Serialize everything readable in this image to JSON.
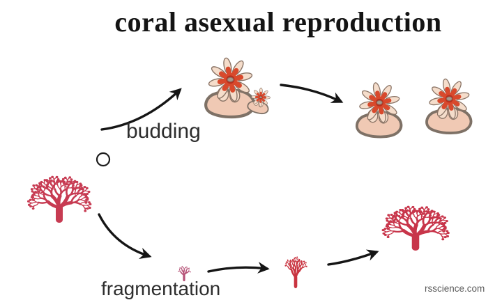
{
  "title": "coral asexual reproduction",
  "labels": {
    "budding": "budding",
    "fragmentation": "fragmentation"
  },
  "watermark": "rsscience.com",
  "colors": {
    "bg": "#ffffff",
    "title_text": "#141414",
    "label_text": "#2d2d2d",
    "watermark_text": "#5a5a5a",
    "arrow": "#151515",
    "annotation_circle": "#1c1c1c",
    "coral_parent": "#c73b52",
    "coral_fragment": "#b65277",
    "coral_medium": "#c93440",
    "coral_large": "#c8354a",
    "polyp_red": "#d8492c",
    "polyp_red_dark": "#b5311f",
    "polyp_cream": "#f5ddcb",
    "polyp_base": "#f0c9b4",
    "polyp_outline": "#8a7466",
    "polyp_outline_dark": "#7e7166",
    "polyp_mouth": "#a89a8d"
  },
  "diagram": {
    "stage_names": [
      "parent-coral-colony",
      "polyp-with-bud",
      "two-daughter-polyps",
      "coral-fragment",
      "growing-fragment",
      "regrown-coral-colony"
    ]
  }
}
